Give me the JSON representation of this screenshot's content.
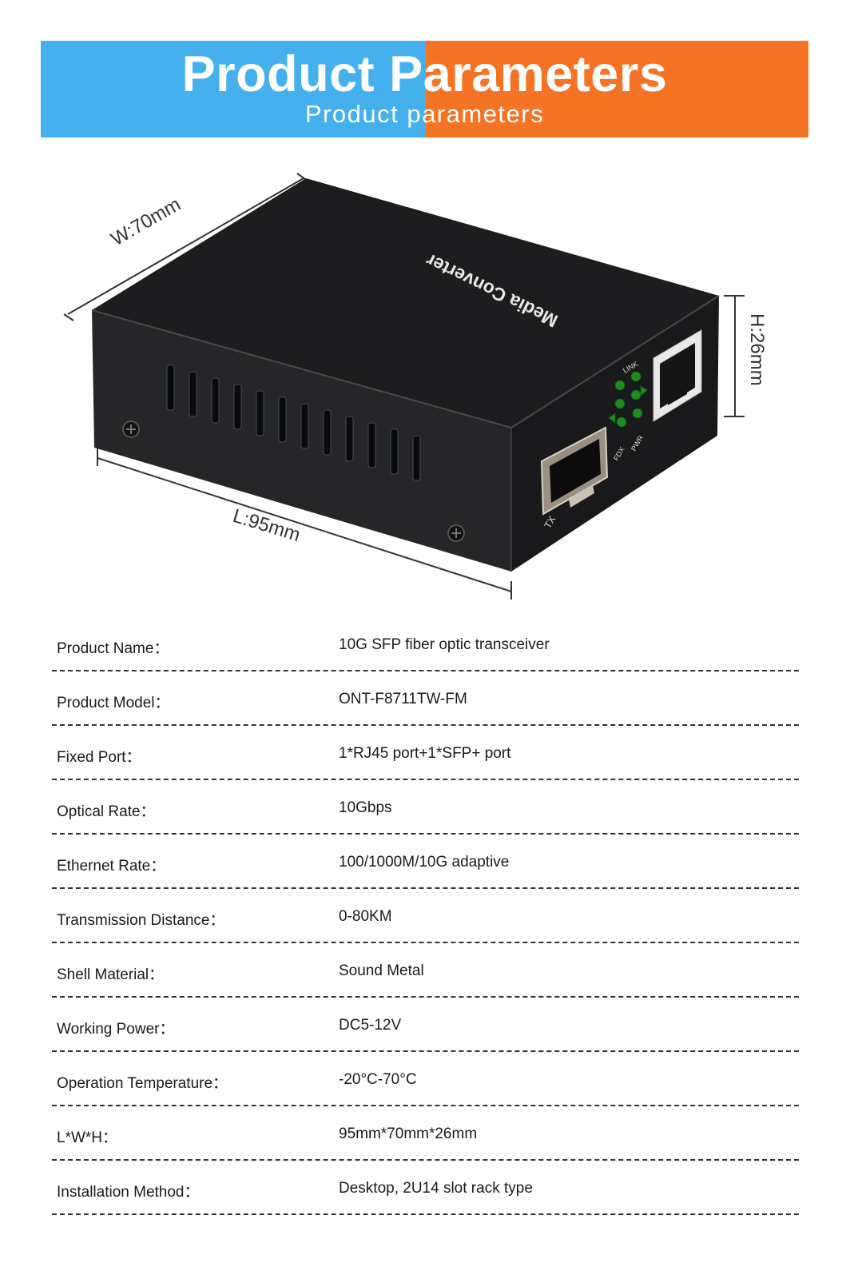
{
  "banner": {
    "title": "Product Parameters",
    "subtitle": "Product parameters",
    "colors": {
      "left": "#44b1ee",
      "right": "#f57324"
    }
  },
  "product_image": {
    "device_label": "Media Converter",
    "led_labels": [
      "LINK",
      "FDX",
      "PWR"
    ],
    "port_label": "TX",
    "dimensions": {
      "width": "W:70mm",
      "length": "L:95mm",
      "height": "H:26mm"
    }
  },
  "specs": [
    {
      "label": "Product Name：",
      "value": "10G SFP fiber optic transceiver"
    },
    {
      "label": "Product Model：",
      "value": "ONT-F8711TW-FM"
    },
    {
      "label": "Fixed Port：",
      "value": "1*RJ45 port+1*SFP+ port"
    },
    {
      "label": "Optical Rate：",
      "value": "10Gbps"
    },
    {
      "label": "Ethernet Rate：",
      "value": "100/1000M/10G adaptive"
    },
    {
      "label": "Transmission Distance：",
      "value": "0-80KM"
    },
    {
      "label": "Shell Material：",
      "value": "Sound Metal"
    },
    {
      "label": "Working Power：",
      "value": "DC5-12V"
    },
    {
      "label": "Operation Temperature：",
      "value": "-20°C-70°C"
    },
    {
      "label": "L*W*H：",
      "value": "95mm*70mm*26mm"
    },
    {
      "label": "Installation Method：",
      "value": "Desktop, 2U14 slot rack type"
    }
  ]
}
